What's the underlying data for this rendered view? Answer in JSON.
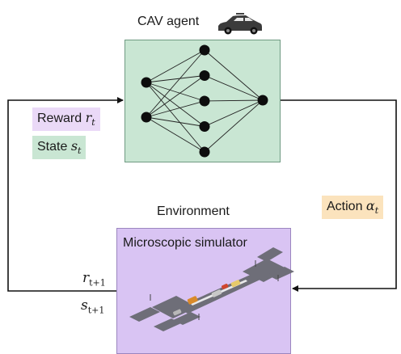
{
  "agent": {
    "title": "CAV agent",
    "icon": "car-icon",
    "network": {
      "layers": [
        2,
        5,
        1
      ]
    }
  },
  "environment": {
    "label": "Environment",
    "simulator_title": "Microscopic simulator",
    "icon": "road-intersection-icon"
  },
  "signals": {
    "reward": {
      "text": "Reward",
      "symbol": "r",
      "sub": "t"
    },
    "state": {
      "text": "State",
      "symbol": "s",
      "sub": "t"
    },
    "action": {
      "text": "Action",
      "symbol": "α",
      "sub": "t"
    },
    "reward_next": {
      "symbol": "r",
      "sub": "t+1"
    },
    "state_next": {
      "symbol": "s",
      "sub": "t+1"
    }
  },
  "colors": {
    "agent_fill": "#c9e6d3",
    "simulator_fill": "#d9c4f3",
    "reward_chip": "#ead9f7",
    "state_chip": "#c9e6d3",
    "action_chip": "#fbe3bd",
    "node": "#0d0d0d",
    "edge": "#222222"
  }
}
